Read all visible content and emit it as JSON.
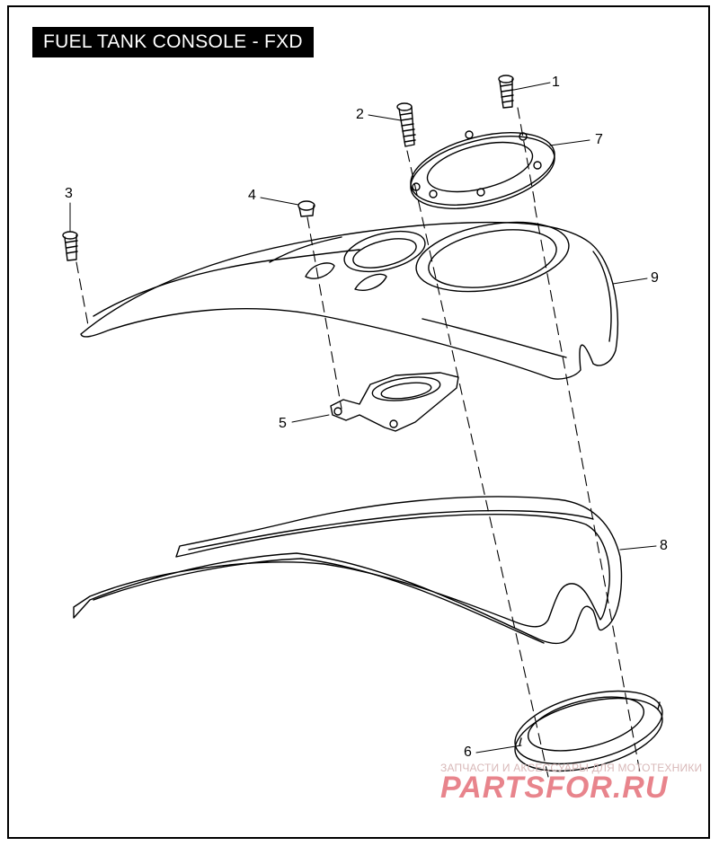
{
  "title": "FUEL TANK CONSOLE - FXD",
  "callouts": [
    "1",
    "2",
    "3",
    "4",
    "5",
    "6",
    "7",
    "8",
    "9"
  ],
  "watermark": {
    "tagline": "ЗАПЧАСТИ И АКСЕССУАРЫ ДЛЯ МОТОТЕХНИКИ",
    "logo": "PARTSFOR.RU"
  },
  "colors": {
    "ink": "#000000",
    "watermark": "#e8848c"
  }
}
